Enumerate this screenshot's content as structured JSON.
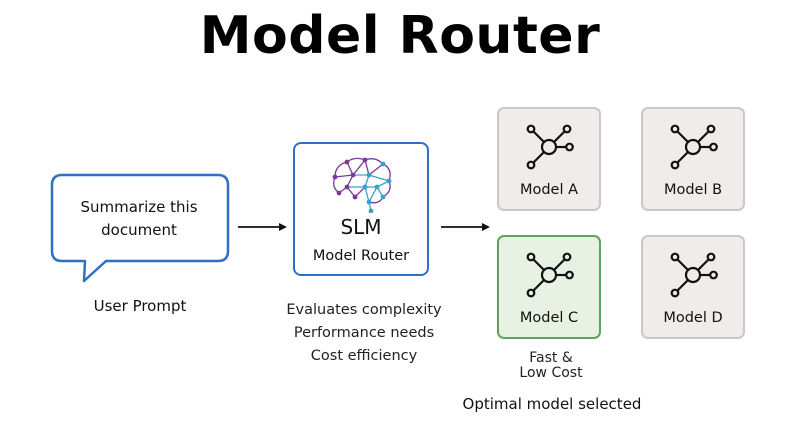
{
  "title": "Model  Router",
  "prompt": {
    "text_lines": [
      "Summarize this",
      "document"
    ],
    "label": "User Prompt"
  },
  "router": {
    "label": "SLM",
    "sublabel": "Model Router",
    "criteria": [
      "Evaluates complexity",
      "Performance needs",
      "Cost efficiency"
    ]
  },
  "models": [
    {
      "label": "Model A",
      "selected": false
    },
    {
      "label": "Model B",
      "selected": false
    },
    {
      "label": "Model C",
      "selected": true
    },
    {
      "label": "Model D",
      "selected": false
    }
  ],
  "selected_note_lines": [
    "Fast &",
    "Low Cost"
  ],
  "selected_caption": "Optimal model selected",
  "colors": {
    "router_border": "#2f6fc4",
    "bubble_border": "#2f6fc4",
    "selected_border": "#5aa55c",
    "selected_fill": "#e7f2e3",
    "model_border": "#c8c8c8",
    "model_fill": "#f1ecec",
    "brain_primary": "#7a3a9a",
    "brain_secondary": "#3aa0c8"
  },
  "icons": {
    "router": "brain-network-icon",
    "model": "network-node-icon",
    "arrow": "arrow-right-icon"
  }
}
